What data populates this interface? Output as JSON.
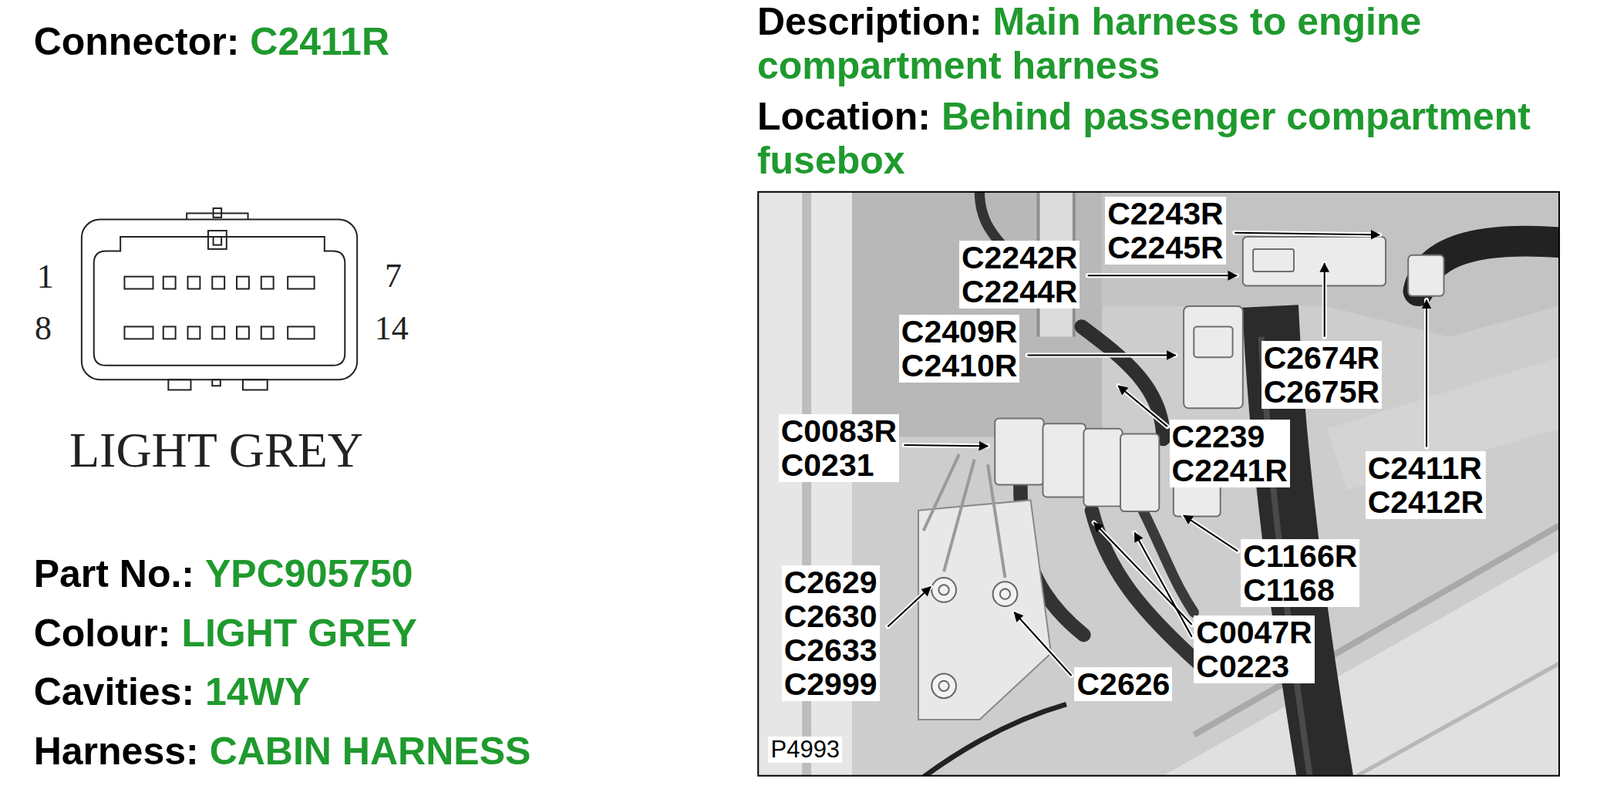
{
  "diagram": {
    "labels": [
      "Connector:",
      "C2411R",
      "Description:",
      "Main harness to engine compartment harness",
      "Location:",
      "Behind passenger compartment fusebox",
      "1",
      "7",
      "8",
      "14",
      "LIGHT GREY",
      "Part No.:",
      "YPC905750",
      "Colour:",
      "LIGHT GREY",
      "Cavities:",
      "14WY",
      "Harness:",
      "CABIN HARNESS",
      "C2243R C2245R",
      "C2242R C2244R",
      "C2409R C2410R",
      "C0083R C0231",
      "C2239 C2241R",
      "C2674R C2675R",
      "C2411R C2412R",
      "C1166R C1168",
      "C2629 C2630 C2633 C2999",
      "C2626",
      "C0047R C0223",
      "P4993"
    ]
  }
}
